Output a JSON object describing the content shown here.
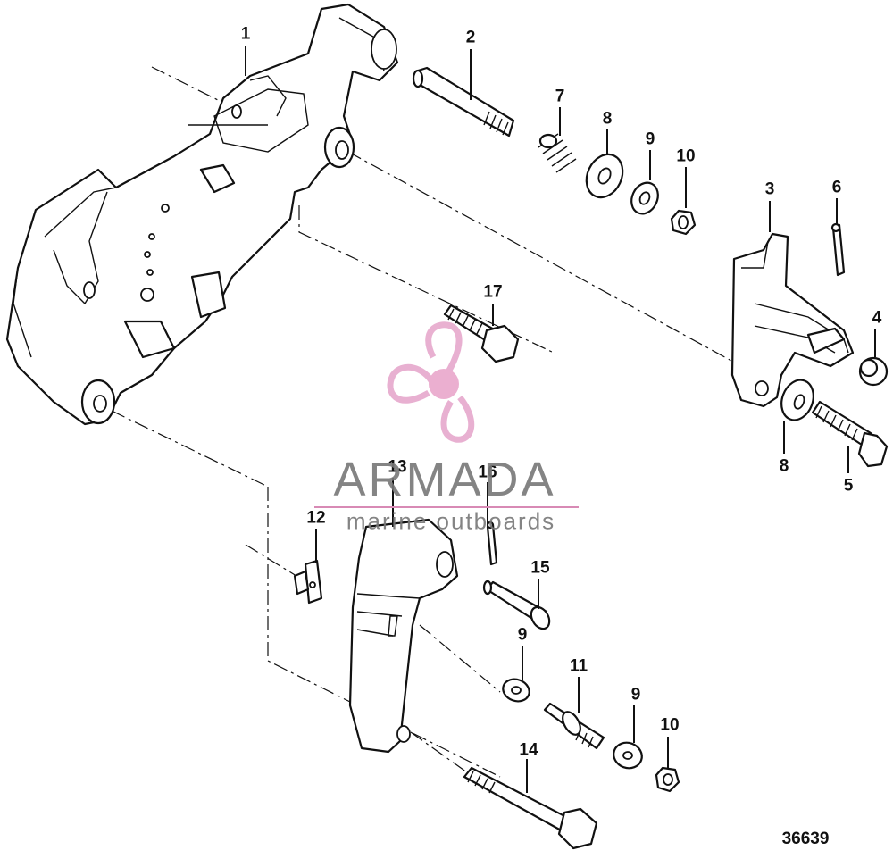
{
  "watermark": {
    "brand": "ARMADA",
    "tagline": "marine outboards",
    "colors": {
      "propeller": "#e5a3c9",
      "hub": "#e8a2c8",
      "text": "#777777",
      "rule": "#d88ab5"
    }
  },
  "drawing_number": "36639",
  "callouts": {
    "c1": "1",
    "c2": "2",
    "c3": "3",
    "c4": "4",
    "c5": "5",
    "c6": "6",
    "c7": "7",
    "c8a": "8",
    "c8b": "8",
    "c9a": "9",
    "c9b": "9",
    "c9c": "9",
    "c10a": "10",
    "c10b": "10",
    "c11": "11",
    "c12": "12",
    "c13": "13",
    "c14": "14",
    "c15": "15",
    "c16": "16",
    "c17": "17"
  }
}
